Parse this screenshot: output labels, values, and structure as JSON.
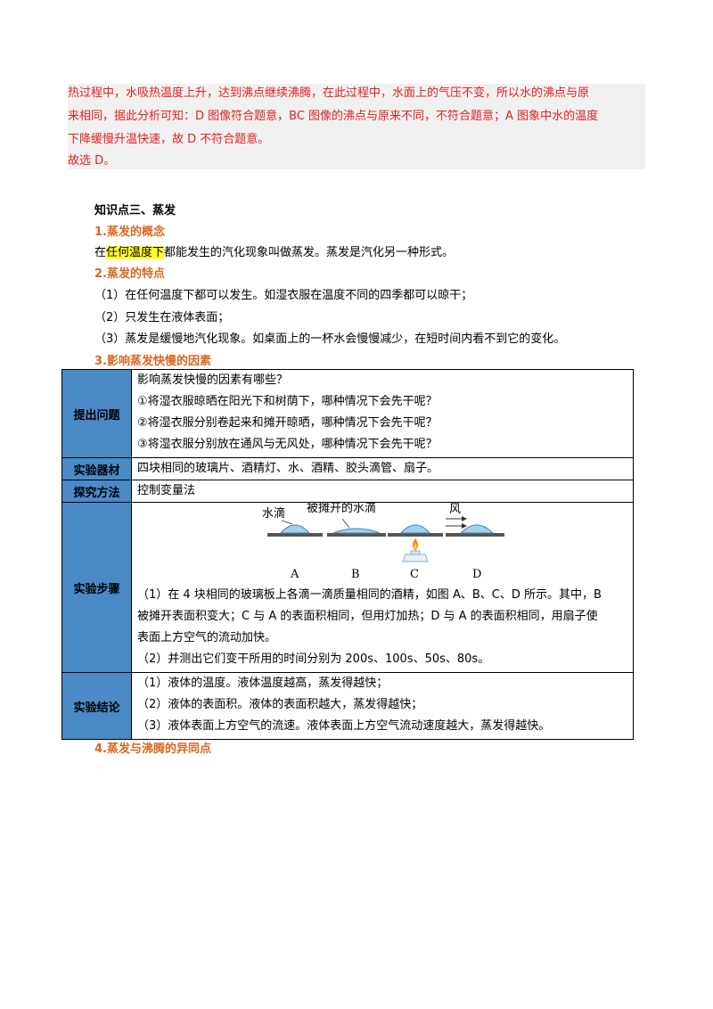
{
  "answer": {
    "lines": [
      "热过程中，水吸热温度上升，达到沸点继续沸腾，在此过程中，水面上的气压不变，所以水的沸点与原",
      "来相同，据此分析可知：D 图像符合题意，BC 图像的沸点与原来不同，不符合题意；A 图象中水的温度",
      "下降缓慢升温快速，故 D 不符合题意。",
      "故选 D。"
    ]
  },
  "knowledge": {
    "title": "知识点三、蒸发",
    "s1": {
      "heading": "1.蒸发的概念",
      "pre": "在",
      "highlight": "任何温度下",
      "post": "都能发生的汽化现象叫做蒸发。蒸发是汽化另一种形式。"
    },
    "s2": {
      "heading": "2.蒸发的特点",
      "items": [
        "（1）在任何温度下都可以发生。如湿衣服在温度不同的四季都可以晾干；",
        "（2）只发生在液体表面；",
        "（3）蒸发是缓慢地汽化现象。如桌面上的一杯水会慢慢减少，在短时间内看不到它的变化。"
      ]
    },
    "s3": {
      "heading": "3.影响蒸发快慢的因素"
    },
    "s4": {
      "heading": "4.蒸发与沸腾的异同点"
    }
  },
  "table": {
    "question_label": "提出问题",
    "question_lines": [
      "影响蒸发快慢的因素有哪些？",
      "①将湿衣服晾晒在阳光下和树荫下，哪种情况下会先干呢？",
      "②将湿衣服分别卷起来和摊开晾晒，哪种情况下会先干呢？",
      "③将湿衣服分别放在通风与无风处，哪种情况下会先干呢？"
    ],
    "equipment_label": "实验器材",
    "equipment_text": "四块相同的玻璃片、酒精灯、水、酒精、胶头滴管、扇子。",
    "method_label": "探究方法",
    "method_text": "控制变量法",
    "steps_label": "实验步骤",
    "diagram": {
      "label_water_drop": "水滴",
      "label_spread_drop": "被摊开的水滴",
      "label_wind": "风",
      "panel_labels": [
        "A",
        "B",
        "C",
        "D"
      ]
    },
    "steps_lines": [
      "（1）在 4 块相同的玻璃板上各滴一滴质量相同的酒精，如图 A、B、C、D 所示。其中，B",
      "被摊开表面积变大；C 与 A 的表面积相同，但用灯加热；D 与 A 的表面积相同，用扇子使",
      "表面上方空气的流动加快。",
      "（2）并测出它们变干所用的时间分别为 200s、100s、50s、80s。"
    ],
    "conclusion_label": "实验结论",
    "conclusion_lines": [
      "（1）液体的温度。液体温度越高，蒸发得越快；",
      "（2）液体的表面积。液体的表面积越大，蒸发得越快；",
      "（3）液体表面上方空气的流速。液体表面上方空气流动速度越大，蒸发得越快。"
    ]
  },
  "colors": {
    "answer_text": "#e02020",
    "section_heading": "#d9671f",
    "label_cell_bg": "#4a8ac7",
    "highlight": "#ffff33",
    "drop_fill": "#9fd3ee"
  }
}
